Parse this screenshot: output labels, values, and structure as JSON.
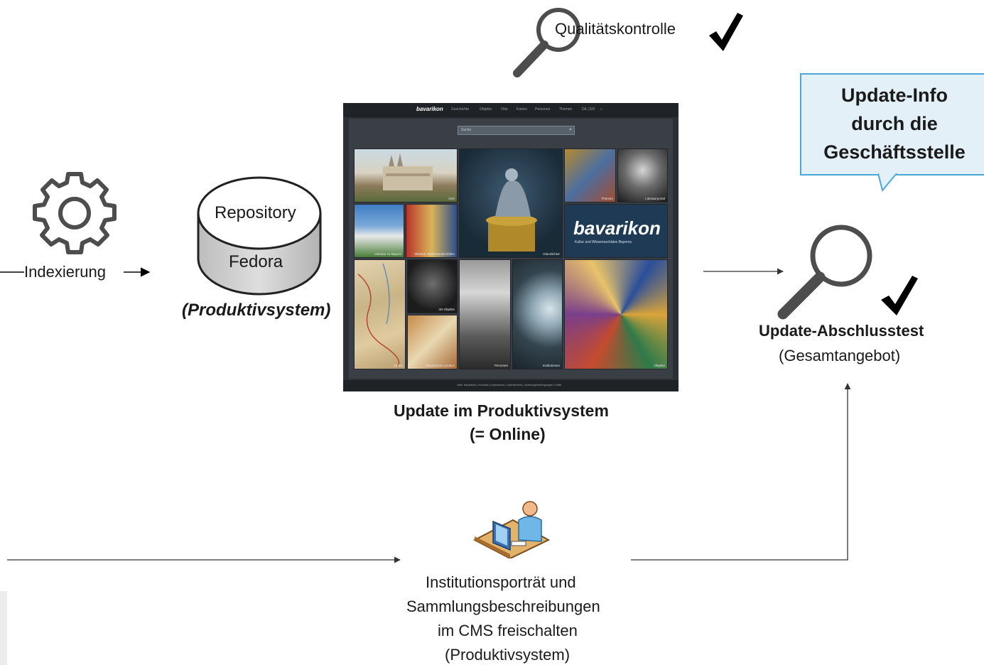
{
  "labels": {
    "qualitaetskontrolle": "Qualitätskontrolle",
    "indexierung": "Indexierung",
    "repository": "Repository",
    "fedora": "Fedora",
    "produktivsystem": "(Produktivsystem)",
    "update_title": "Update im Produktivsystem",
    "update_subtitle": "(= Online)",
    "abschlusstest_title": "Update-Abschlusstest",
    "abschlusstest_subtitle": "(Gesamtangebot)",
    "cms_lines": [
      "Institutionsporträt und",
      "Sammlungsbeschreibungen",
      "im CMS freischalten",
      "(Produktivsystem)"
    ]
  },
  "bubble": {
    "lines": [
      "Update-Info",
      "durch die",
      "Geschäftsstelle"
    ]
  },
  "screenshot": {
    "brand": "bavarikon",
    "nav": [
      "Geschichte",
      "Objekte",
      "Orte",
      "Karten",
      "Personen",
      "Themen",
      "DE | EN"
    ],
    "search_placeholder": "Suche",
    "logo_word": "bavarikon",
    "logo_tagline": "Kultur und Wissensschätze Bayerns",
    "tiles": {
      "orte": "Orte",
      "glanzlichter": "Glanzlichter",
      "themen": "Themen",
      "literaturportal": "Literaturportal",
      "literatur": "Literatur zu Bayern",
      "bilderhandschriften": "Mittelalt. Bilderhandschriften",
      "objekte3d": "3D-Objekte",
      "karten": "Karten",
      "lexikon": "Historisches Lexikon",
      "personen": "Personen",
      "institutionen": "Institutionen",
      "objekte": "Objekte"
    },
    "footer": "Über bavarikon | Kontakt | Impressum | Datenschutz | Nutzungsbedingungen | Hilfe"
  },
  "colors": {
    "arrow": "#333333",
    "bubble_fill": "#e4f0f8",
    "bubble_border": "#4aa8d8",
    "icon_gray": "#4d4d4d"
  }
}
